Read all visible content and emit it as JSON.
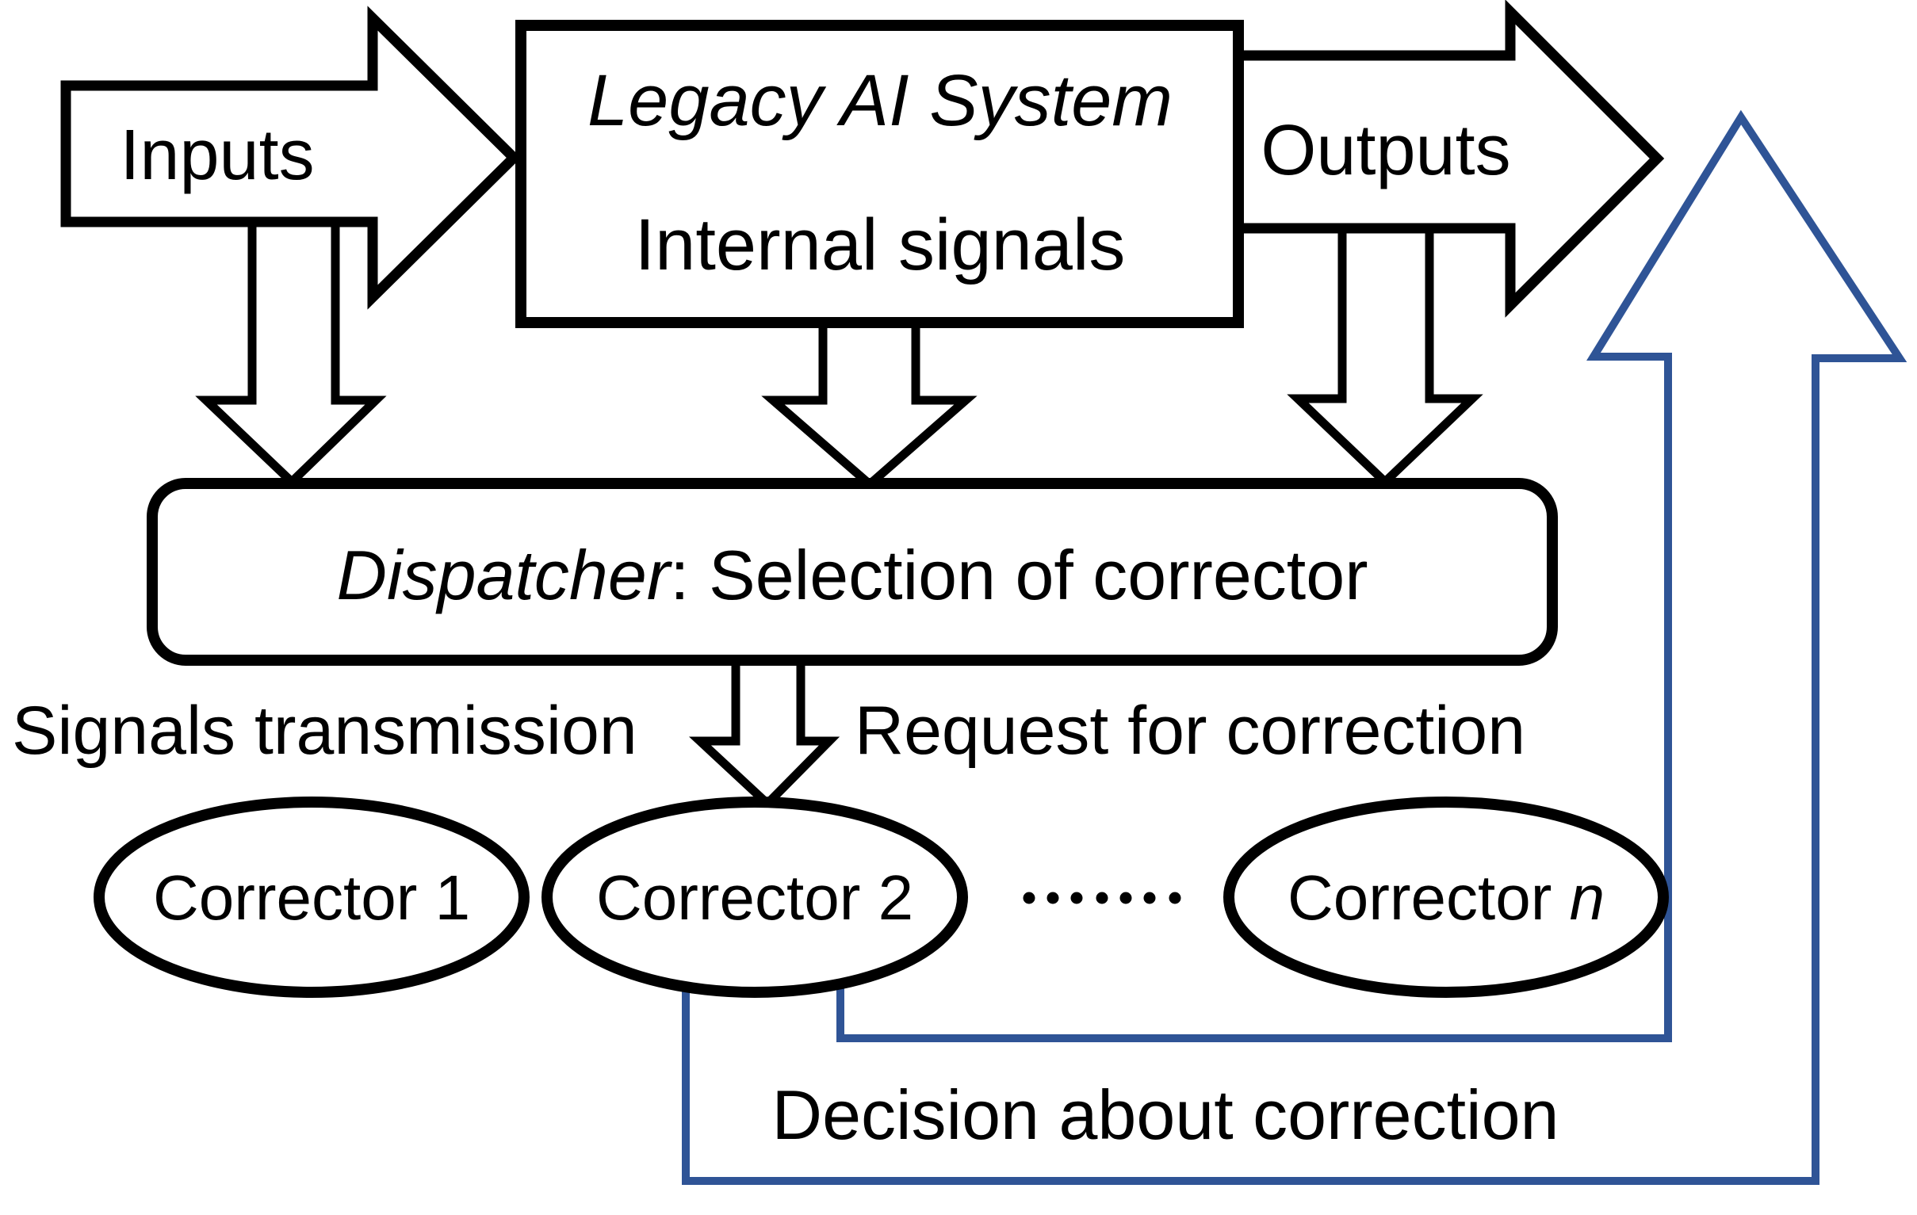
{
  "diagram": {
    "colors": {
      "line_black": "#000000",
      "feedback_blue": "#2F5496",
      "background": "#FFFFFF"
    },
    "inputs_arrow": {
      "label": "Inputs"
    },
    "legacy_system": {
      "title": "Legacy AI System",
      "subtitle": "Internal signals"
    },
    "outputs_arrow": {
      "label": "Outputs"
    },
    "dispatcher": {
      "name": "Dispatcher",
      "description": ": Selection of corrector"
    },
    "flow_labels": {
      "signals": "Signals transmission",
      "request": "Request for correction",
      "decision": "Decision about correction"
    },
    "correctors": [
      {
        "label": "Corrector 1"
      },
      {
        "label": "Corrector 2"
      },
      {
        "label_prefix": "Corrector ",
        "label_var": "n"
      }
    ]
  }
}
